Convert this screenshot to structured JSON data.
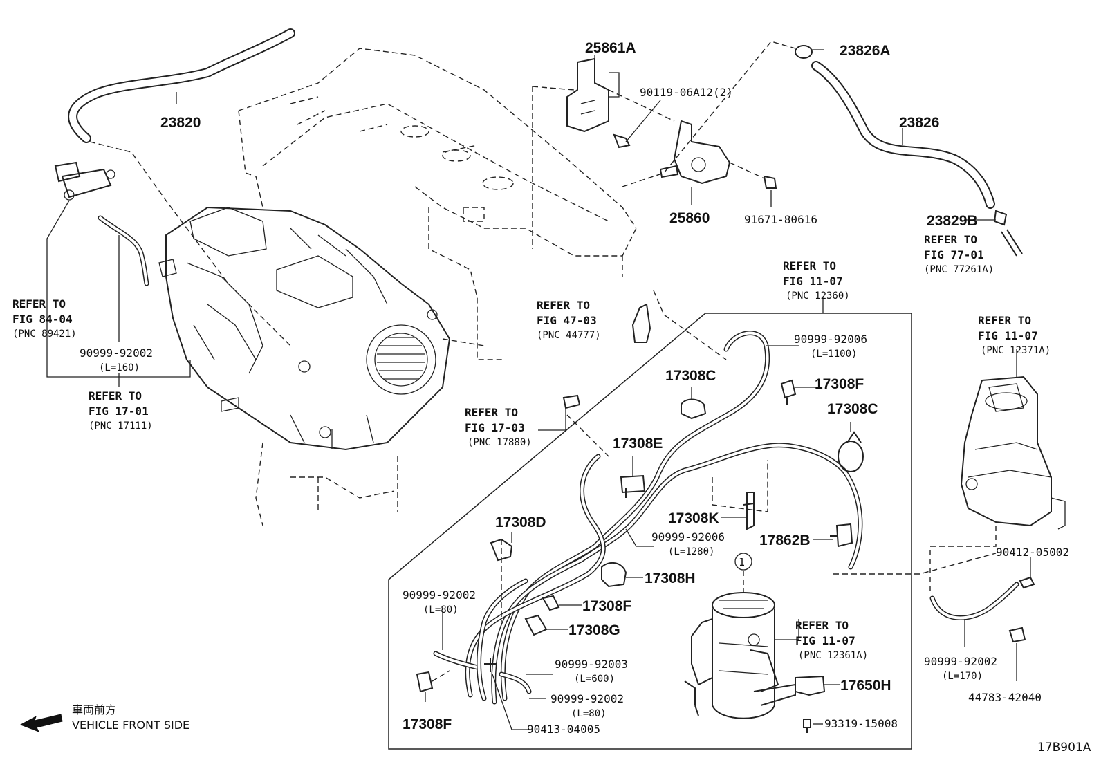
{
  "labels": {
    "p23820": "23820",
    "p25861A": "25861A",
    "p90119": "90119-06A12(2)",
    "p23826A": "23826A",
    "p23826": "23826",
    "p25860": "25860",
    "p91671": "91671-80616",
    "p23829B": "23829B",
    "p17308C_1": "17308C",
    "p17308F_1": "17308F",
    "p17308C_2": "17308C",
    "p17308E": "17308E",
    "p17308K": "17308K",
    "p17308D": "17308D",
    "p17862B": "17862B",
    "p17308H": "17308H",
    "p17308F_2": "17308F",
    "p17308G": "17308G",
    "p17308F_3": "17308F",
    "p17650H": "17650H",
    "p90412": "90412-05002",
    "h9092006a": "90999-92006",
    "h9092006a_len": "(L=1100)",
    "h9092006b": "90999-92006",
    "h9092006b_len": "(L=1280)",
    "h9092002a": "90999-92002",
    "h9092002a_len": "(L=160)",
    "h9092002b": "90999-92002",
    "h9092002b_len": "(L=80)",
    "h9092003": "90999-92003",
    "h9092003_len": "(L=600)",
    "h9092002c": "90999-92002",
    "h9092002c_len": "(L=80)",
    "h9092002d": "90999-92002",
    "h9092002d_len": "(L=170)",
    "p90413": "90413-04005",
    "p93319": "93319-15008",
    "p44783": "44783-42040",
    "circle_num": "1",
    "figure_id": "17B901A"
  },
  "references": {
    "r1": {
      "l1": "REFER TO",
      "l2": "FIG 84-04",
      "l3": "(PNC 89421)"
    },
    "r2": {
      "l1": "REFER TO",
      "l2": "FIG 17-01",
      "l3": "(PNC 17111)"
    },
    "r3": {
      "l1": "REFER TO",
      "l2": "FIG 47-03",
      "l3": "(PNC 44777)"
    },
    "r4": {
      "l1": "REFER TO",
      "l2": "FIG 17-03",
      "l3": "(PNC 17880)"
    },
    "r5": {
      "l1": "REFER TO",
      "l2": "FIG 11-07",
      "l3": "(PNC 12360)"
    },
    "r6": {
      "l1": "REFER TO",
      "l2": "FIG 77-01",
      "l3": "(PNC 77261A)"
    },
    "r7": {
      "l1": "REFER TO",
      "l2": "FIG 11-07",
      "l3": "(PNC 12371A)"
    },
    "r8": {
      "l1": "REFER TO",
      "l2": "FIG 11-07",
      "l3": "(PNC 12361A)"
    }
  },
  "front_indicator": {
    "jp": "車両前方",
    "en": "VEHICLE FRONT SIDE",
    "icon": "arrow-left-icon"
  }
}
